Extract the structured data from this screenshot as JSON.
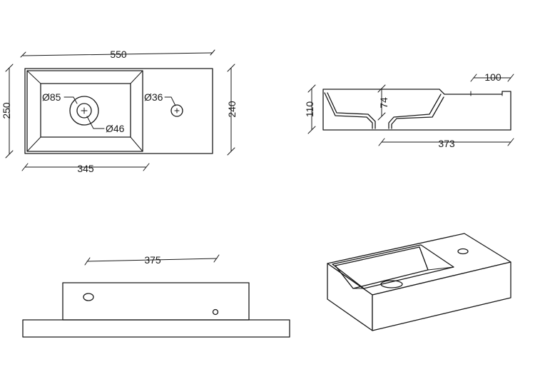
{
  "dimensions": {
    "top_width": "550",
    "top_depth_left": "250",
    "top_depth_right": "240",
    "basin_width": "345",
    "drain_outer_dia": "Ø85",
    "drain_inner_dia": "Ø46",
    "tap_hole_dia": "Ø36",
    "section_height": "110",
    "basin_depth": "74",
    "section_ledge": "100",
    "section_length": "373",
    "front_width": "375"
  }
}
